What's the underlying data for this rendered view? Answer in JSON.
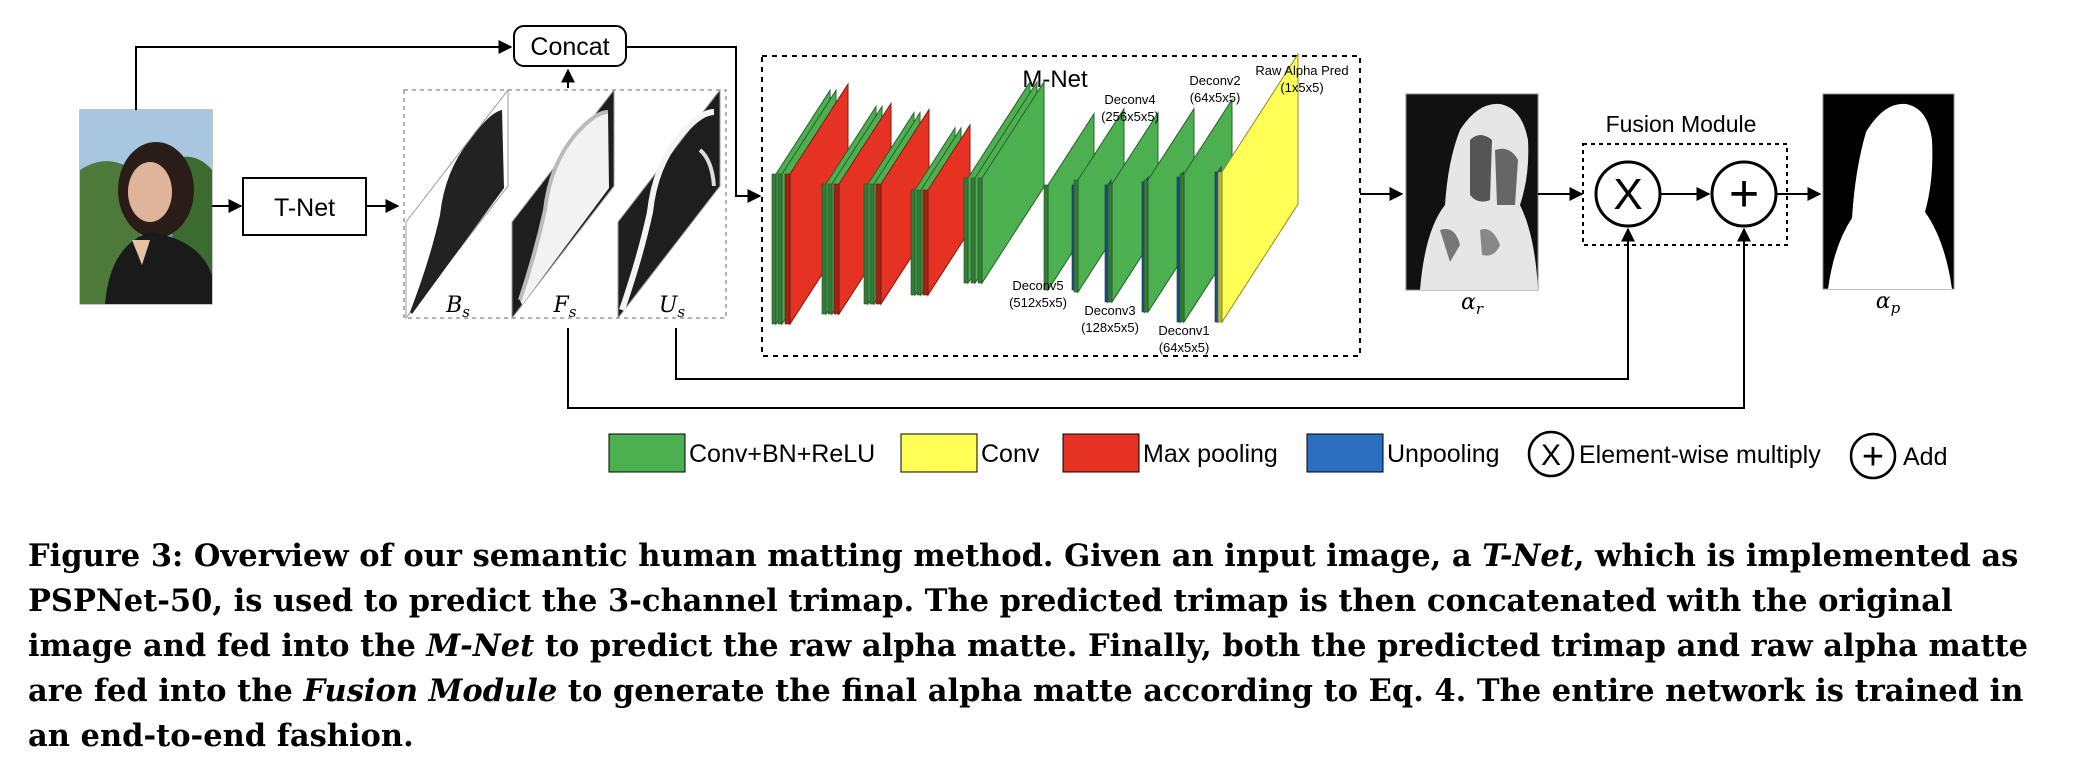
{
  "diagram": {
    "tnet_label": "T-Net",
    "concat_label": "Concat",
    "mnet_label": "M-Net",
    "fusion_label": "Fusion Module",
    "trimap_labels": {
      "bs": "B",
      "bs_sub": "s",
      "fs": "F",
      "fs_sub": "s",
      "us": "U",
      "us_sub": "s"
    },
    "alpha_r": {
      "main": "α",
      "sub": "r"
    },
    "alpha_p": {
      "main": "α",
      "sub": "p"
    },
    "layer_labels": {
      "deconv5": [
        "Deconv5",
        "(512x5x5)"
      ],
      "deconv4": [
        "Deconv4",
        "(256x5x5)"
      ],
      "deconv3": [
        "Deconv3",
        "(128x5x5)"
      ],
      "deconv2": [
        "Deconv2",
        "(64x5x5)"
      ],
      "deconv1": [
        "Deconv1",
        "(64x5x5)"
      ],
      "raw_alpha": [
        "Raw Alpha Pred",
        "(1x5x5)"
      ]
    },
    "multiply_symbol": "X",
    "add_symbol": "+"
  },
  "legend": {
    "items": [
      {
        "label": "Conv+BN+ReLU",
        "color": "#4caf50"
      },
      {
        "label": "Conv",
        "color": "#ffff55"
      },
      {
        "label": "Max pooling",
        "color": "#e53222"
      },
      {
        "label": "Unpooling",
        "color": "#2a6fc0"
      }
    ],
    "multiply_label": "Element-wise multiply",
    "add_label": "Add"
  },
  "colors": {
    "conv_bn_relu": "#4caf50",
    "conv": "#ffff55",
    "max_pooling": "#e53222",
    "unpooling": "#2a6fc0"
  },
  "caption": {
    "p1": "Figure 3: Overview of our semantic human matting method. Given an input image, a ",
    "tnet": "T-Net",
    "p2": ", which is implemented as PSPNet-50, is used to predict the 3-channel trimap. The predicted trimap is then concatenated with the original image and fed into the ",
    "mnet": "M-Net",
    "p3": " to predict the raw alpha matte. Finally, both the predicted trimap and raw alpha matte are fed into the ",
    "fusion": "Fusion Module",
    "p4": " to generate the final alpha matte according to Eq. 4. The entire network is trained in an end-to-end fashion."
  }
}
